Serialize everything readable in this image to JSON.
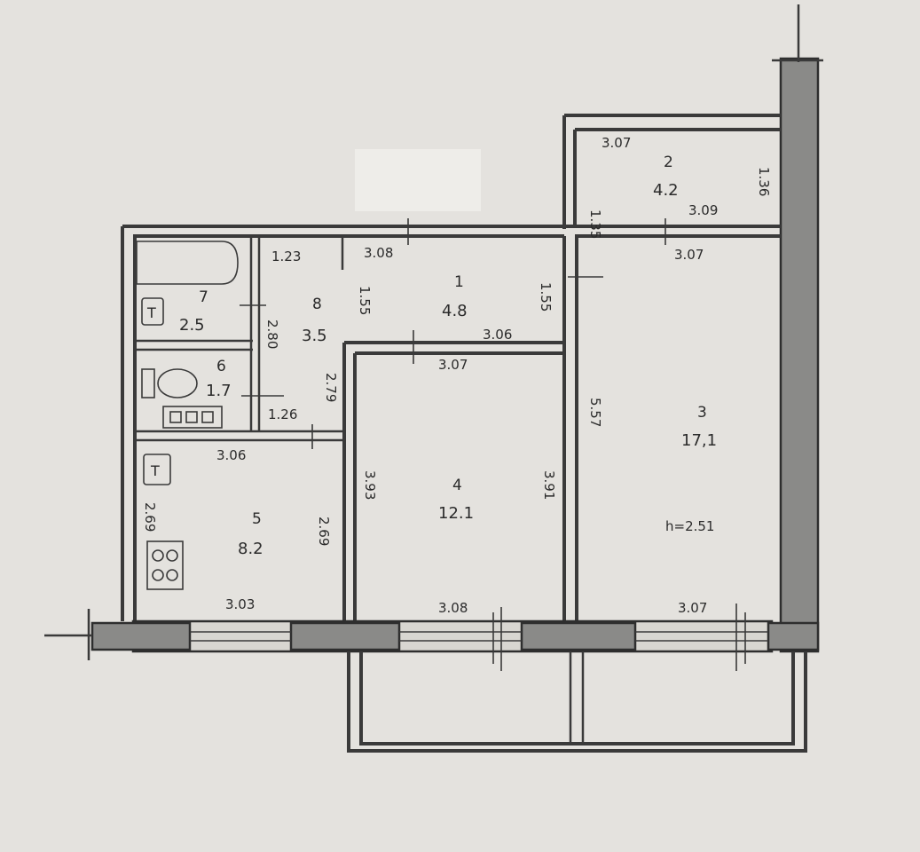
{
  "rooms": {
    "r1": {
      "num": "1",
      "area": "4.8"
    },
    "r2": {
      "num": "2",
      "area": "4.2"
    },
    "r3": {
      "num": "3",
      "area": "17,1"
    },
    "r4": {
      "num": "4",
      "area": "12.1"
    },
    "r5": {
      "num": "5",
      "area": "8.2"
    },
    "r6": {
      "num": "6",
      "area": "1.7"
    },
    "r7": {
      "num": "7",
      "area": "2.5"
    },
    "r8": {
      "num": "8",
      "area": "3.5"
    }
  },
  "dims": {
    "d_307_top": "3.07",
    "d_135": "1.35",
    "d_136": "1.36",
    "d_309": "3.09",
    "d_307_r3top": "3.07",
    "d_123": "1.23",
    "d_308_top": "3.08",
    "d_155_l": "1.55",
    "d_155_r": "1.55",
    "d_306_mid": "3.06",
    "d_307_r4top": "3.07",
    "d_280": "2.80",
    "d_279": "2.79",
    "d_126": "1.26",
    "d_306_r5": "3.06",
    "d_557": "5.57",
    "d_393": "3.93",
    "d_391": "3.91",
    "d_269_a": "2.69",
    "d_269_b": "2.69",
    "d_303": "3.03",
    "d_308_bottom": "3.08",
    "d_307_bottom": "3.07",
    "height": "h=2.51"
  },
  "icons": {
    "bathtub": "bathtub-icon",
    "toilet": "toilet-icon",
    "stove": "stove-icon"
  }
}
